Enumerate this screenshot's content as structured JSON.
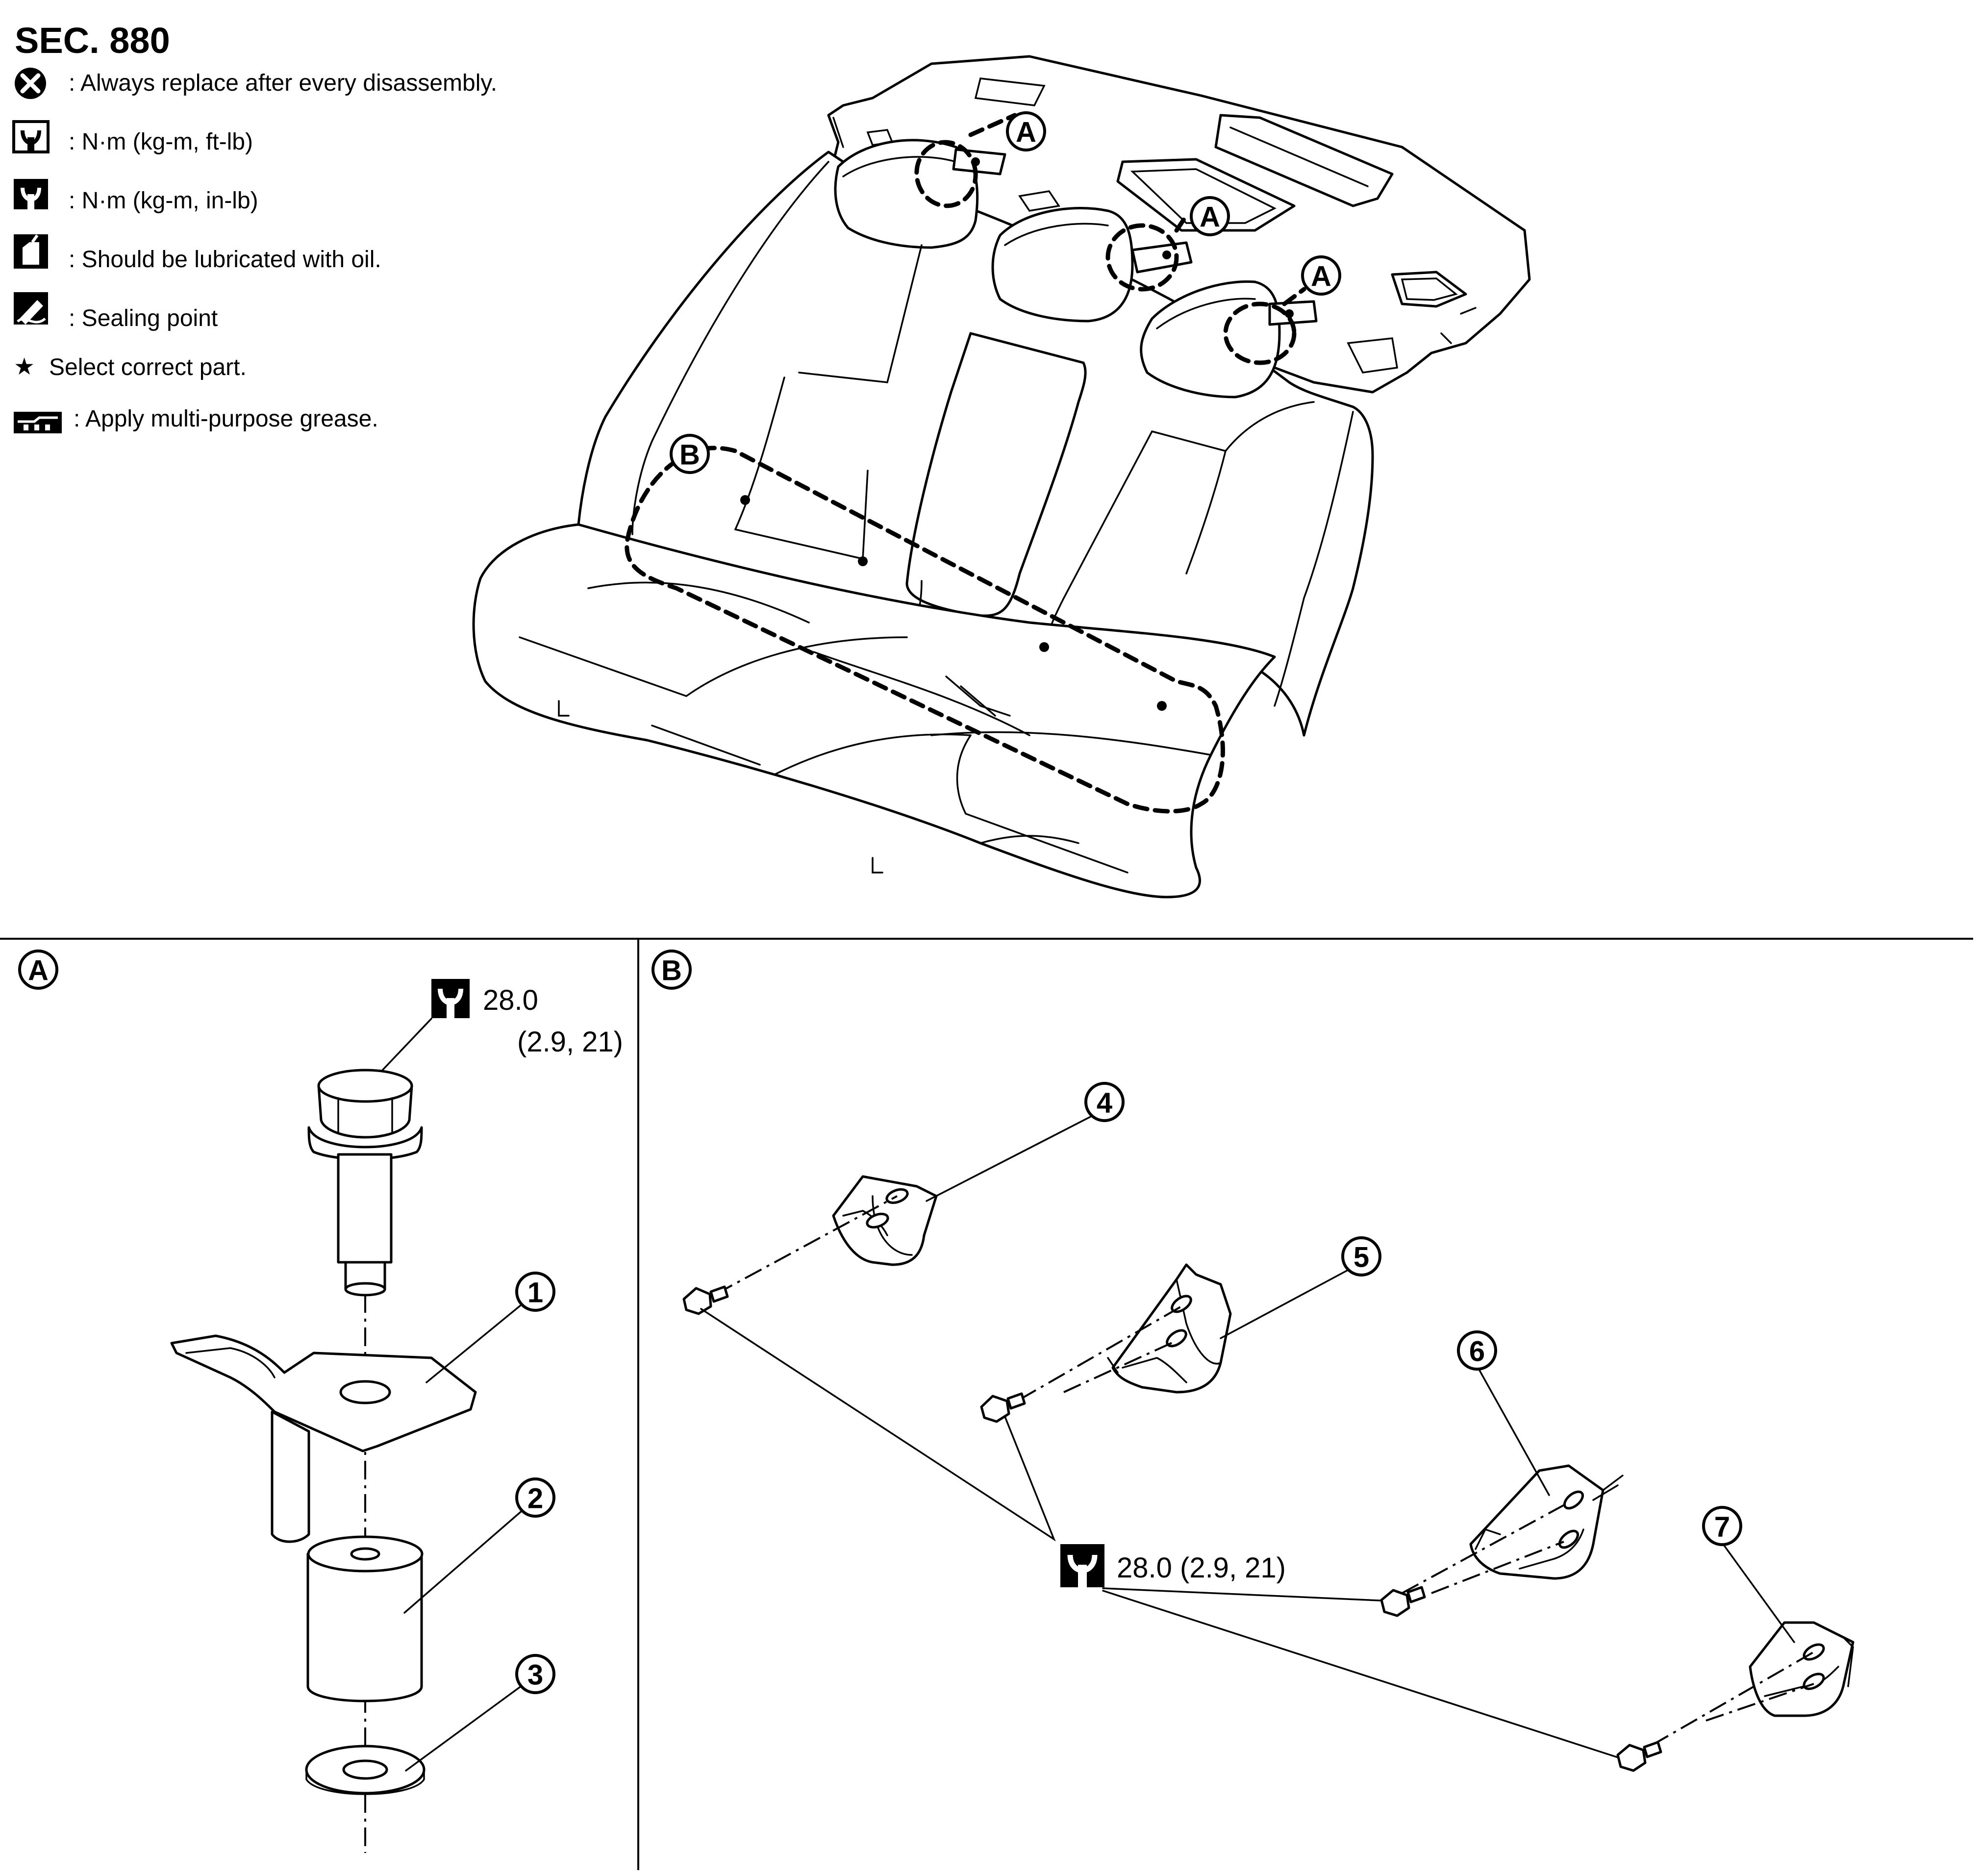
{
  "header": {
    "section": "SEC. 880"
  },
  "legend": [
    {
      "icon": "replace-circle-x-icon",
      "text": ": Always replace after every disassembly."
    },
    {
      "icon": "torque-wrench-icon",
      "text": ": N·m (kg-m, ft-lb)"
    },
    {
      "icon": "torque-wrench-filled-icon",
      "text": ": N·m (kg-m, in-lb)"
    },
    {
      "icon": "oil-can-icon",
      "text": ": Should be lubricated with oil."
    },
    {
      "icon": "sealant-icon",
      "text": ": Sealing point"
    },
    {
      "icon": "star-icon",
      "glyph": "★",
      "text": "Select correct part."
    },
    {
      "icon": "grease-icon",
      "text": ": Apply multi-purpose grease."
    }
  ],
  "overview": {
    "marker_a": "A",
    "marker_b": "B"
  },
  "detail_a": {
    "label": "A",
    "torque_value": "28.0",
    "torque_units": "(2.9, 21)",
    "parts": [
      "1",
      "2",
      "3"
    ]
  },
  "detail_b": {
    "label": "B",
    "torque": "28.0 (2.9, 21)",
    "parts": [
      "4",
      "5",
      "6",
      "7"
    ]
  }
}
